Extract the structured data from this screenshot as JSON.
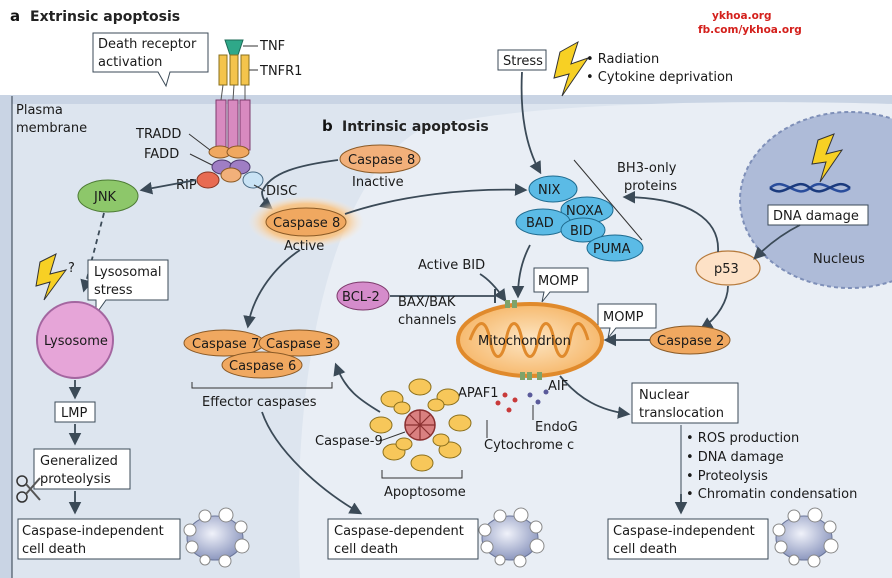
{
  "watermark": {
    "line1": "ykhoa.org",
    "line2": "fb.com/ykhoa.org"
  },
  "panel_a": {
    "letter": "a",
    "title": "Extrinsic apoptosis"
  },
  "panel_b": {
    "letter": "b",
    "title": "Intrinsic apoptosis"
  },
  "labels": {
    "death_receptor_1": "Death receptor",
    "death_receptor_2": "activation",
    "tnf": "TNF",
    "tnfr1": "TNFR1",
    "plasma_1": "Plasma",
    "plasma_2": "membrane",
    "tradd": "TRADD",
    "fadd": "FADD",
    "rip": "RIP",
    "disc": "DISC",
    "jnk": "JNK",
    "question": "?",
    "lysosomal_stress_1": "Lysosomal",
    "lysosomal_stress_2": "stress",
    "lysosome": "Lysosome",
    "lmp": "LMP",
    "gen_prot_1": "Generalized",
    "gen_prot_2": "proteolysis",
    "cid_1": "Caspase-independent",
    "cid_2": "cell death",
    "cdd_1": "Caspase-dependent",
    "cdd_2": "cell death",
    "cid2_1": "Caspase-independent",
    "cid2_2": "cell death",
    "caspase8": "Caspase 8",
    "inactive": "Inactive",
    "caspase8_active": "Caspase 8",
    "active": "Active",
    "caspase7": "Caspase 7",
    "caspase3": "Caspase 3",
    "caspase6": "Caspase 6",
    "effector": "Effector caspases",
    "stress": "Stress",
    "radiation": "• Radiation",
    "cytokine": "• Cytokine deprivation",
    "bh3_1": "BH3-only",
    "bh3_2": "proteins",
    "nix": "NIX",
    "noxa": "NOXA",
    "bad": "BAD",
    "bid": "BID",
    "puma": "PUMA",
    "active_bid": "Active BID",
    "momp1": "MOMP",
    "momp2": "MOMP",
    "bcl2": "BCL-2",
    "baxbak_1": "BAX/BAK",
    "baxbak_2": "channels",
    "mitochondrion": "Mitochondrion",
    "caspase2": "Caspase 2",
    "dna_damage": "DNA damage",
    "p53": "p53",
    "nucleus": "Nucleus",
    "apaf1": "APAF1",
    "aif": "AIF",
    "endog": "EndoG",
    "cytc": "Cytochrome c",
    "caspase9": "Caspase-9",
    "apoptosome": "Apoptosome",
    "nuclear_1": "Nuclear",
    "nuclear_2": "translocation",
    "ros": "• ROS production",
    "dnad": "• DNA damage",
    "proteolysis": "• Proteolysis",
    "chromatin": "• Chromatin condensation"
  },
  "colors": {
    "membrane": "#c8d3e3",
    "cytoplasm": "#dfe6ef",
    "caspase": "#f0a860",
    "bh3": "#5bbbe6",
    "jnk": "#8dc76a",
    "lysosome": "#e8a6d9",
    "bcl2": "#d58ccb",
    "watermark": "#d4201c"
  }
}
